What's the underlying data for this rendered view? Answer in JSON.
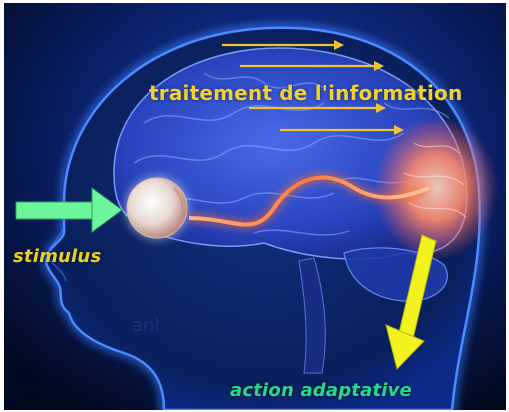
{
  "labels": {
    "processing": "traitement de l'information",
    "stimulus": "stimulus",
    "action": "action adaptative"
  },
  "colors": {
    "background": "#04102e",
    "head_glow": "#2f6cff",
    "brain": "#3a59d8",
    "processing_text": "#f2d12a",
    "processing_arrows": "#f1c232",
    "stimulus_arrow": "#6cf59a",
    "stimulus_text": "#e9d21c",
    "action_arrow": "#f2f21e",
    "action_text": "#29d98a",
    "nerve_pathway": "#ff8a4a"
  },
  "icons": {
    "stimulus_arrow": "arrow-right-icon",
    "processing_arrows": "arrow-right-icon",
    "action_arrow": "arrow-down-icon",
    "eye": "eye-icon"
  }
}
